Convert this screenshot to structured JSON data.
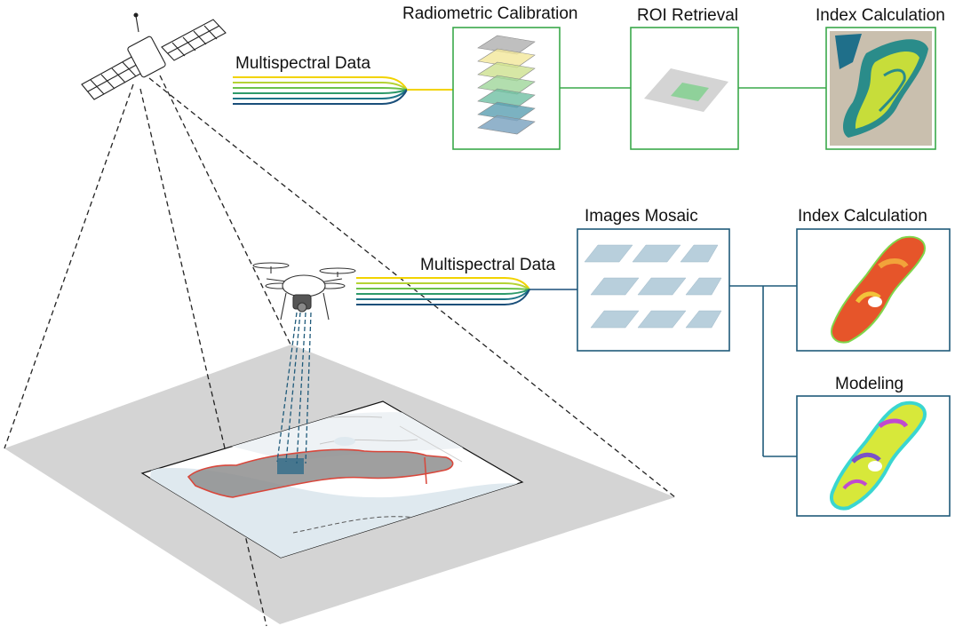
{
  "labels": {
    "sat_data": "Multispectral Data",
    "radiometric": "Radiometric Calibration",
    "roi": "ROI Retrieval",
    "index_top": "Index Calculation",
    "uav_data": "Multispectral Data",
    "mosaic": "Images Mosaic",
    "index_uav": "Index Calculation",
    "modeling": "Modeling"
  },
  "colors": {
    "satellite_pipeline": "#3aa84a",
    "uav_pipeline": "#1f5a7a",
    "band_colors": [
      "#f2d300",
      "#b5d334",
      "#6cc24a",
      "#2e9a6a",
      "#1d7487",
      "#1a4f7a"
    ],
    "ground": "#d3d3d3",
    "boundary": "#d9463a"
  }
}
